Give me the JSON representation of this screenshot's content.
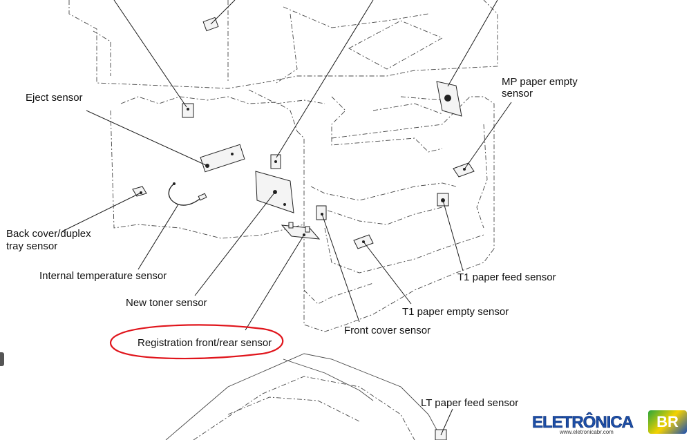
{
  "labels": {
    "eject_sensor": "Eject sensor",
    "mp_paper_empty_sensor_line1": "MP paper empty",
    "mp_paper_empty_sensor_line2": "sensor",
    "back_cover_duplex_line1": "Back cover/duplex",
    "back_cover_duplex_line2": "tray sensor",
    "internal_temperature_sensor": "Internal temperature sensor",
    "new_toner_sensor": "New toner sensor",
    "registration_sensor": "Registration front/rear sensor",
    "front_cover_sensor": "Front cover sensor",
    "t1_paper_feed_sensor": "T1 paper feed sensor",
    "t1_paper_empty_sensor": "T1 paper empty sensor",
    "lt_paper_feed_sensor": "LT paper feed sensor"
  },
  "highlight": {
    "color": "#e0141b",
    "target": "registration_sensor"
  },
  "watermark": {
    "brand": "ELETRÔNICA",
    "badge": "BR",
    "url": "www.eletronicabr.com"
  },
  "colors": {
    "line": "#1a1a1a",
    "outline": "#444444",
    "brand": "#1d4fa8"
  }
}
